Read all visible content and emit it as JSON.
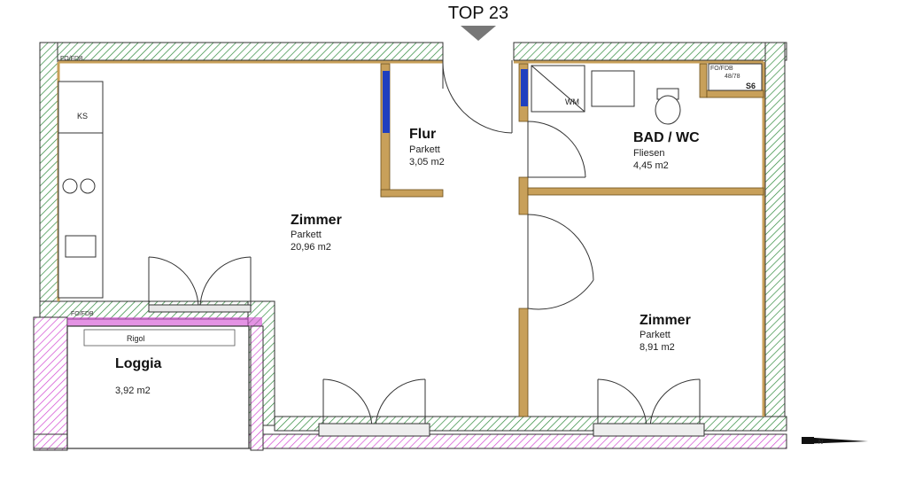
{
  "unit": {
    "title": "TOP 23"
  },
  "rooms": {
    "flur": {
      "name": "Flur",
      "floor": "Parkett",
      "area": "3,05 m2"
    },
    "bad": {
      "name": "BAD / WC",
      "floor": "Fliesen",
      "area": "4,45 m2"
    },
    "zimmer_main": {
      "name": "Zimmer",
      "floor": "Parkett",
      "area": "20,96 m2"
    },
    "zimmer_small": {
      "name": "Zimmer",
      "floor": "Parkett",
      "area": "8,91 m2"
    },
    "loggia": {
      "name": "Loggia",
      "area": "3,92 m2"
    }
  },
  "fixtures": {
    "fridge": "KS",
    "washer": "WM",
    "shaft": "S6",
    "shaft_dims": "48/78",
    "shaft_label": "FO/FDB",
    "loggia_label": "Rigol",
    "loggia_shaft_label": "FO/FDB",
    "kitchen_label": "FO/FDB"
  },
  "colors": {
    "wall_hatch": "#2f8a3c",
    "partition": "#c8a05a",
    "window_blue": "#1f3fbf",
    "loggia_magenta": "#d24bd2",
    "floor_line": "#d88cd8"
  },
  "compass": {
    "label": "N"
  }
}
